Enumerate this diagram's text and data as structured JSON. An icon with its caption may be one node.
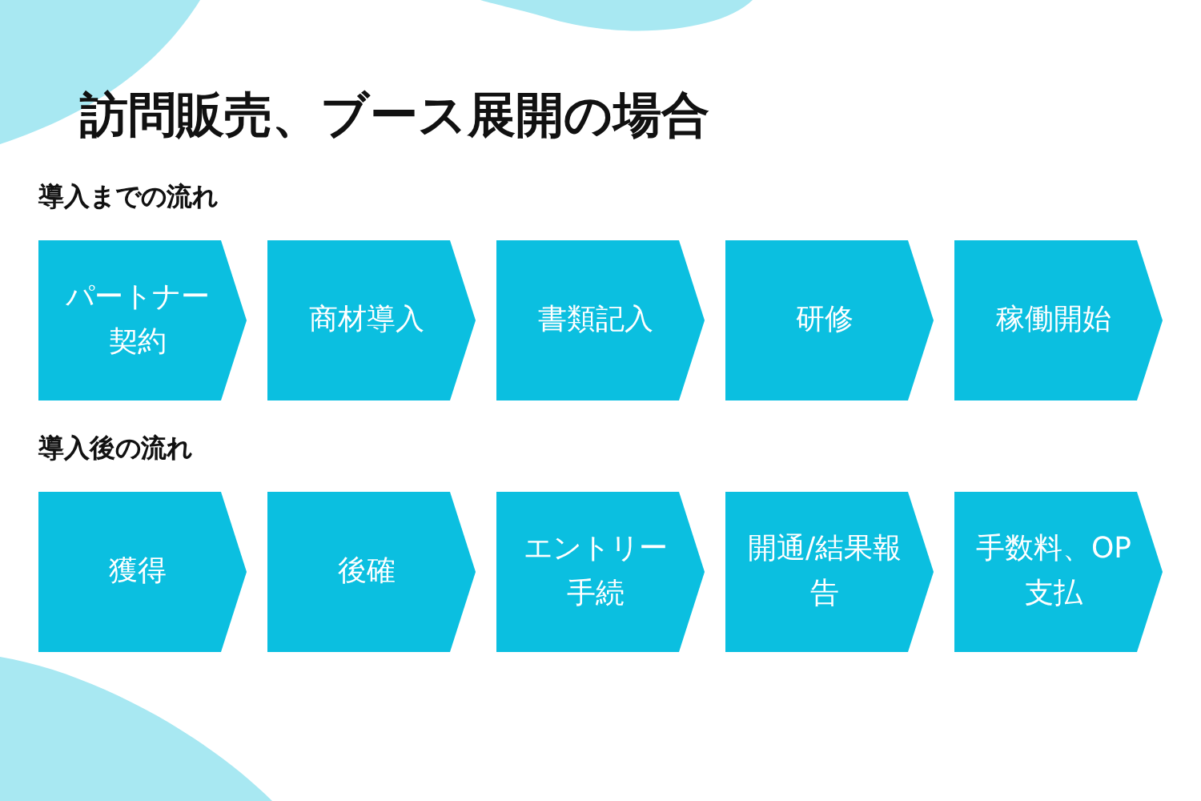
{
  "diagram": {
    "title": "訪問販売、ブース展開の場合",
    "nodes": [
      {
        "text": [
          "パートナー契約"
        ]
      },
      {
        "text": [
          "商材導入"
        ]
      },
      {
        "text": [
          "書類記入"
        ]
      },
      {
        "text": [
          "研修"
        ]
      },
      {
        "text": [
          "稼働開始"
        ]
      },
      {
        "text": [
          "獲得"
        ]
      },
      {
        "text": [
          "後確"
        ]
      },
      {
        "text": [
          "エントリー手続"
        ]
      },
      {
        "text": [
          "開通/結果報告"
        ]
      },
      {
        "text": [
          "手数料、OP支払"
        ]
      }
    ],
    "labels": [
      "導入までの流れ",
      "導入後の流れ"
    ]
  }
}
